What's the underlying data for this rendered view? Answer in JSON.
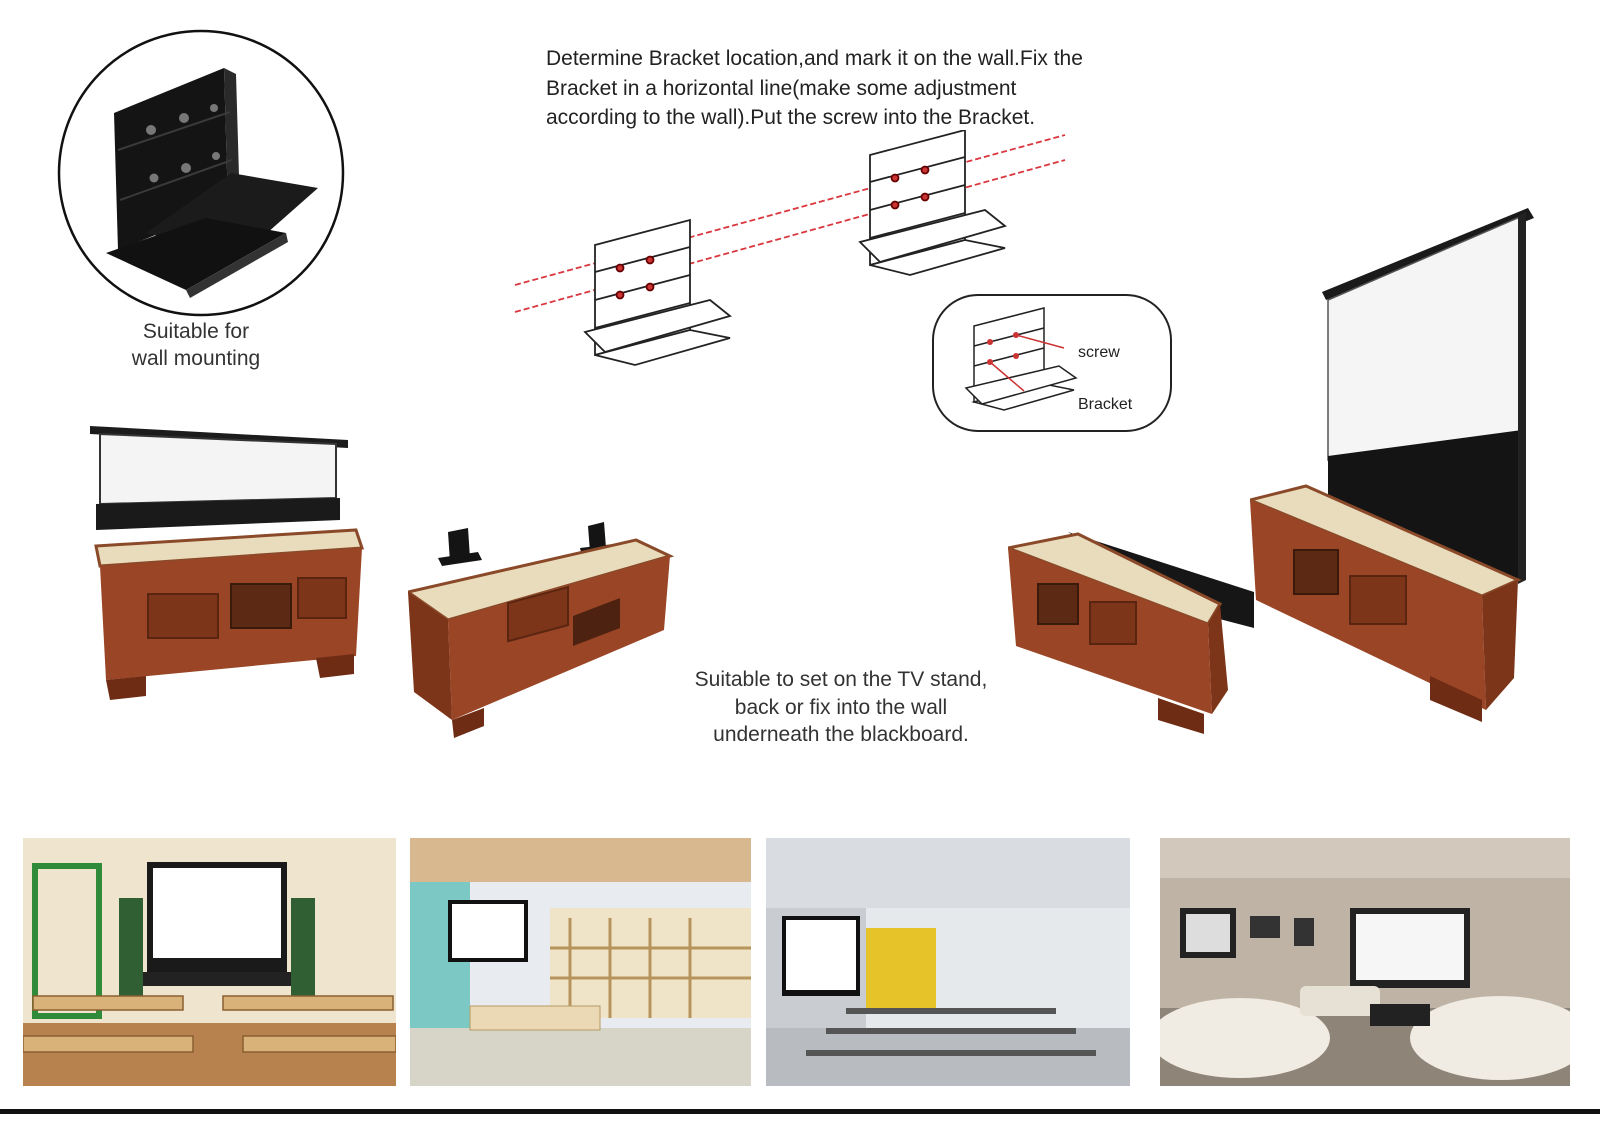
{
  "instructions": {
    "text": "Determine Bracket location,and mark it on the wall.Fix the\nBracket in a horizontal line(make some adjustment\naccording to the wall).Put the screw into the Bracket."
  },
  "wall_caption": {
    "text": "Suitable for\nwall mounting"
  },
  "stand_caption": {
    "text": "Suitable to set on the TV stand,\nback or fix into the wall\nunderneath the  blackboard."
  },
  "detail_callout": {
    "screw_label": "screw",
    "bracket_label": "Bracket"
  },
  "photos": [
    {
      "scene": "classroom-with-screen"
    },
    {
      "scene": "kindergarten-with-screen"
    },
    {
      "scene": "conference-room-with-screen"
    },
    {
      "scene": "home-theater-with-screen"
    }
  ],
  "colors": {
    "mark_line": "#d9363e",
    "wood": "#9a4526",
    "marble": "#e9dcbc",
    "bracket": "#1a1a1a"
  }
}
